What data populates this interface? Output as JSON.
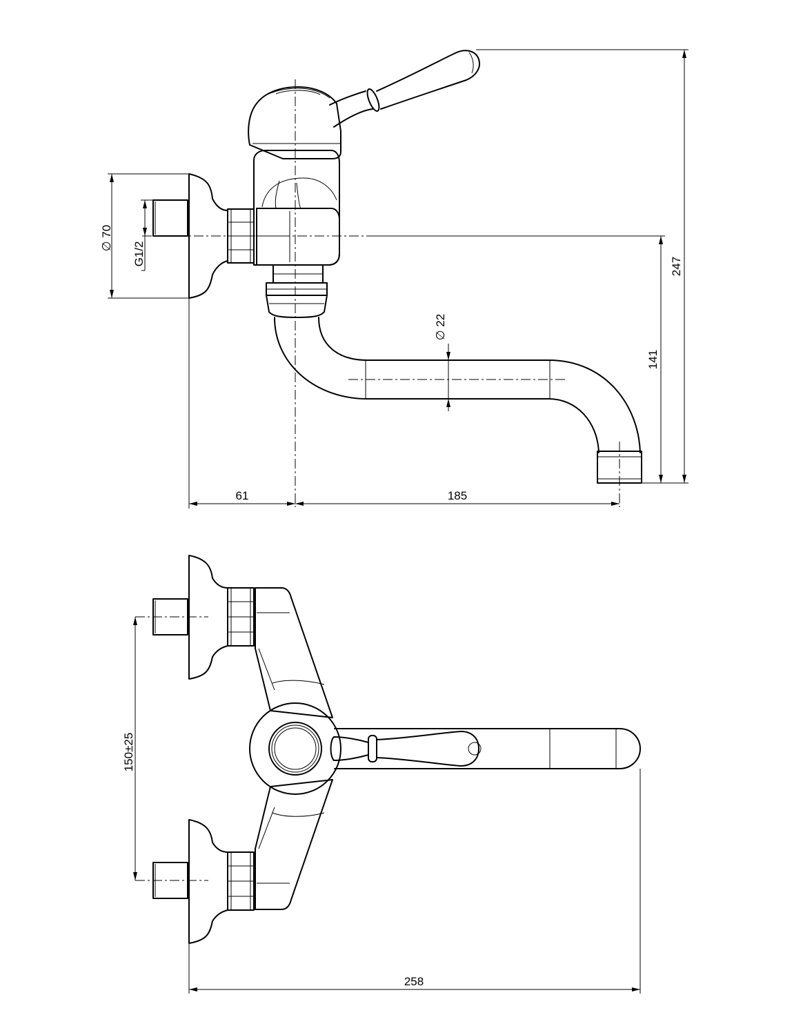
{
  "dimensions": {
    "flange_diameter": "70",
    "thread": "G1/2",
    "spout_diameter": "22",
    "spout_drop": "141",
    "total_height": "247",
    "wall_to_axis": "61",
    "axis_to_outlet": "185",
    "inlet_spacing": "150±25",
    "total_length": "258"
  },
  "symbols": {
    "diameter": "∅"
  }
}
